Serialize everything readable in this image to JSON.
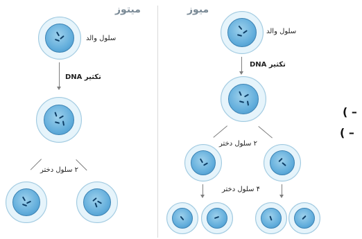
{
  "mitosis": {
    "title": "میتوز",
    "parent_label": "سلول والد",
    "replication_label": "تکثیر DNA",
    "daughters_label": "۲ سلول دختر"
  },
  "meiosis": {
    "title": "میوز",
    "parent_label": "سلول والد",
    "replication_label": "تکثیر DNA",
    "first_division_label": "۲ سلول دختر",
    "second_division_label": "۴ سلول دختر"
  },
  "side_marks": [
    "( –",
    "( –"
  ]
}
